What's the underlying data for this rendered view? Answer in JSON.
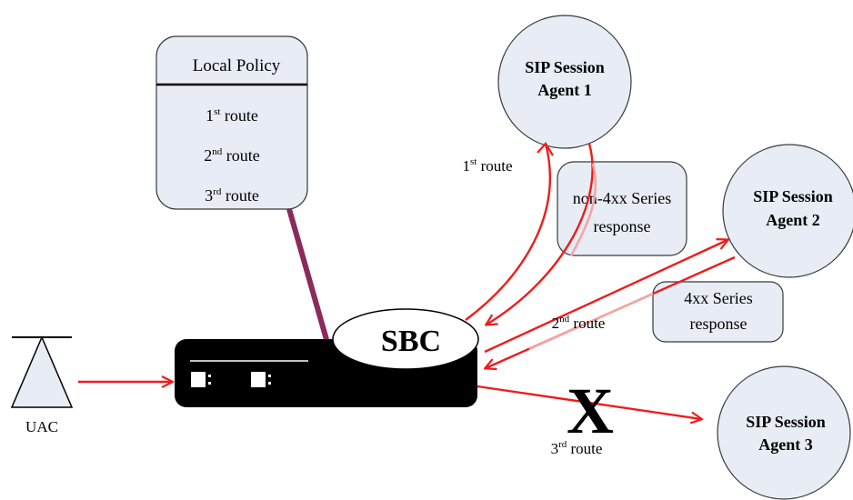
{
  "local_policy": {
    "title": "Local Policy",
    "routes": [
      {
        "num": "1",
        "sup": "st",
        "text": " route"
      },
      {
        "num": "2",
        "sup": "nd",
        "text": " route"
      },
      {
        "num": "3",
        "sup": "rd",
        "text": " route"
      }
    ]
  },
  "agents": [
    {
      "line1": "SIP Session",
      "line2": "Agent 1"
    },
    {
      "line1": "SIP Session",
      "line2": "Agent 2"
    },
    {
      "line1": "SIP Session",
      "line2": "Agent 3"
    }
  ],
  "responses": {
    "non4xx": {
      "line1": "non-4xx Series",
      "line2": "response"
    },
    "r4xx": {
      "line1": "4xx Series",
      "line2": "response"
    }
  },
  "route_labels": {
    "first": {
      "num": "1",
      "sup": "st",
      "text": " route"
    },
    "second": {
      "num": "2",
      "sup": "nd",
      "text": " route"
    },
    "third": {
      "num": "3",
      "sup": "rd",
      "text": " route"
    }
  },
  "sbc": {
    "label": "SBC"
  },
  "uac": {
    "label": "UAC"
  },
  "fail_mark": "X",
  "colors": {
    "arrow": "#ee1c1c",
    "arrow_faded": "#f4a6a6",
    "policy_link": "#8b2a5c",
    "node_fill": "#e7ecf5",
    "device": "#000000"
  }
}
